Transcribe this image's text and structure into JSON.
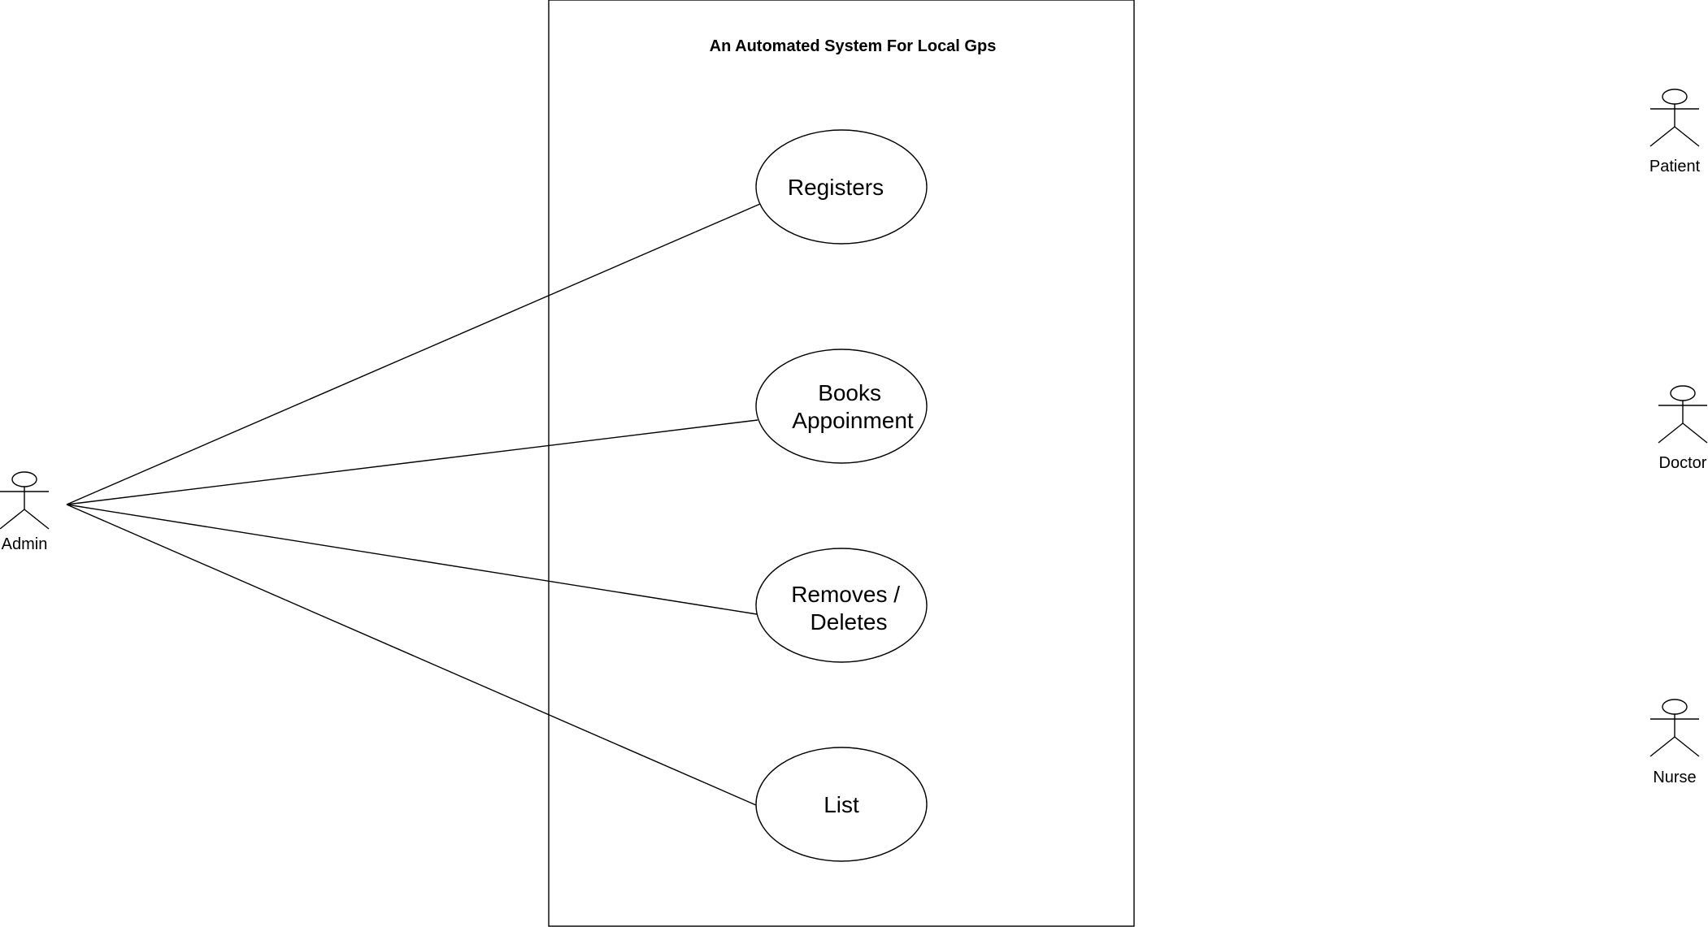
{
  "diagram": {
    "system": {
      "title": "An Automated System For Local Gps"
    },
    "use_cases": [
      {
        "id": "registers",
        "lines": [
          "Registers"
        ]
      },
      {
        "id": "books-appointment",
        "lines": [
          "Books",
          "Appoinment"
        ]
      },
      {
        "id": "removes-deletes",
        "lines": [
          "Removes /",
          "Deletes"
        ]
      },
      {
        "id": "list",
        "lines": [
          "List"
        ]
      }
    ],
    "actors": [
      {
        "id": "admin",
        "label": "Admin"
      },
      {
        "id": "patient",
        "label": "Patient"
      },
      {
        "id": "doctor",
        "label": "Doctor"
      },
      {
        "id": "nurse",
        "label": "Nurse"
      }
    ],
    "associations": [
      {
        "from": "admin",
        "to": "registers"
      },
      {
        "from": "admin",
        "to": "books-appointment"
      },
      {
        "from": "admin",
        "to": "removes-deletes"
      },
      {
        "from": "admin",
        "to": "list"
      }
    ]
  }
}
